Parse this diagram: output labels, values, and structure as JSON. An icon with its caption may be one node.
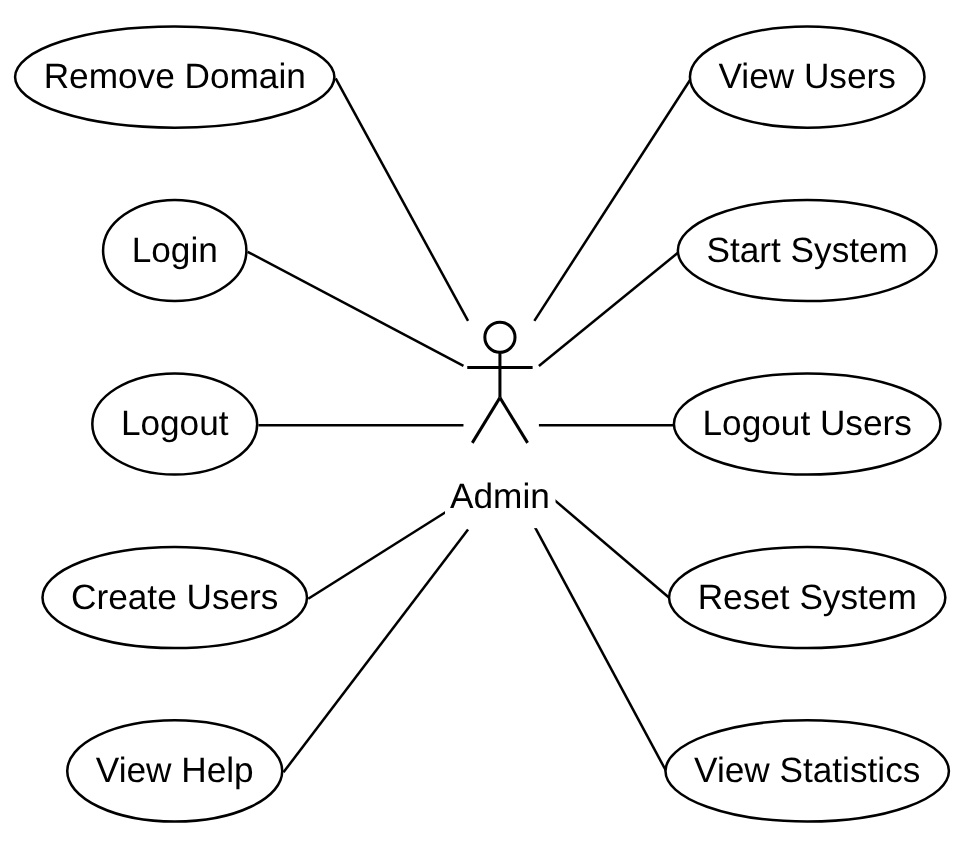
{
  "diagram": {
    "nodes": [
      {
        "text": [
          "Remove Domain"
        ]
      },
      {
        "text": [
          "Login"
        ]
      },
      {
        "text": [
          "View Users"
        ]
      },
      {
        "text": [
          "Admin"
        ]
      },
      {
        "text": [
          "Start System"
        ]
      },
      {
        "text": [
          "Logout"
        ]
      },
      {
        "text": [
          "Logout Users"
        ]
      },
      {
        "text": [
          "Create Users"
        ]
      },
      {
        "text": [
          "View Help"
        ]
      },
      {
        "text": [
          "Reset System"
        ]
      },
      {
        "text": [
          "View Statistics"
        ]
      }
    ],
    "edges": [
      {
        "from": 0,
        "to": 3,
        "arrow": "none"
      },
      {
        "from": 1,
        "to": 3,
        "arrow": "none"
      },
      {
        "from": 3,
        "to": 2,
        "arrow": "none"
      },
      {
        "from": 3,
        "to": 4,
        "arrow": "none"
      },
      {
        "from": 5,
        "to": 3,
        "arrow": "none"
      },
      {
        "from": 3,
        "to": 6,
        "arrow": "none"
      },
      {
        "from": 7,
        "to": 3,
        "arrow": "none"
      },
      {
        "from": 8,
        "to": 3,
        "arrow": "none"
      },
      {
        "from": 3,
        "to": 9,
        "arrow": "none"
      },
      {
        "from": 3,
        "to": 10,
        "arrow": "none"
      }
    ]
  }
}
